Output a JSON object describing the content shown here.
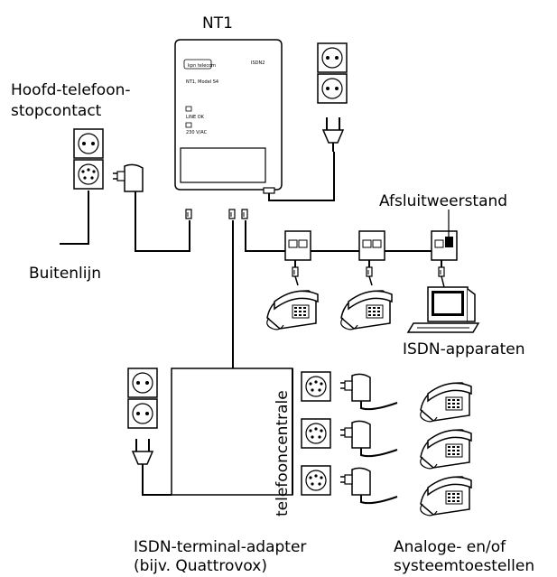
{
  "labels": {
    "nt1": "NT1",
    "main_socket_1": "Hoofd-telefoon-",
    "main_socket_2": "stopcontact",
    "outside_line": "Buitenlijn",
    "terminator": "Afsluitweerstand",
    "isdn_devices": "ISDN-apparaten",
    "pbx": "telefooncentrale",
    "adapter_1": "ISDN-terminal-adapter",
    "adapter_2": "(bijv. Quattrovox)",
    "analog_1": "Analoge- en/of",
    "analog_2": "systeemtoestellen"
  },
  "nt1_panel": {
    "logo": "kpn telecom",
    "port": "ISDN2",
    "model": "NT1, Model S4",
    "led1": "LINE OK",
    "led2": "230 V/AC"
  }
}
